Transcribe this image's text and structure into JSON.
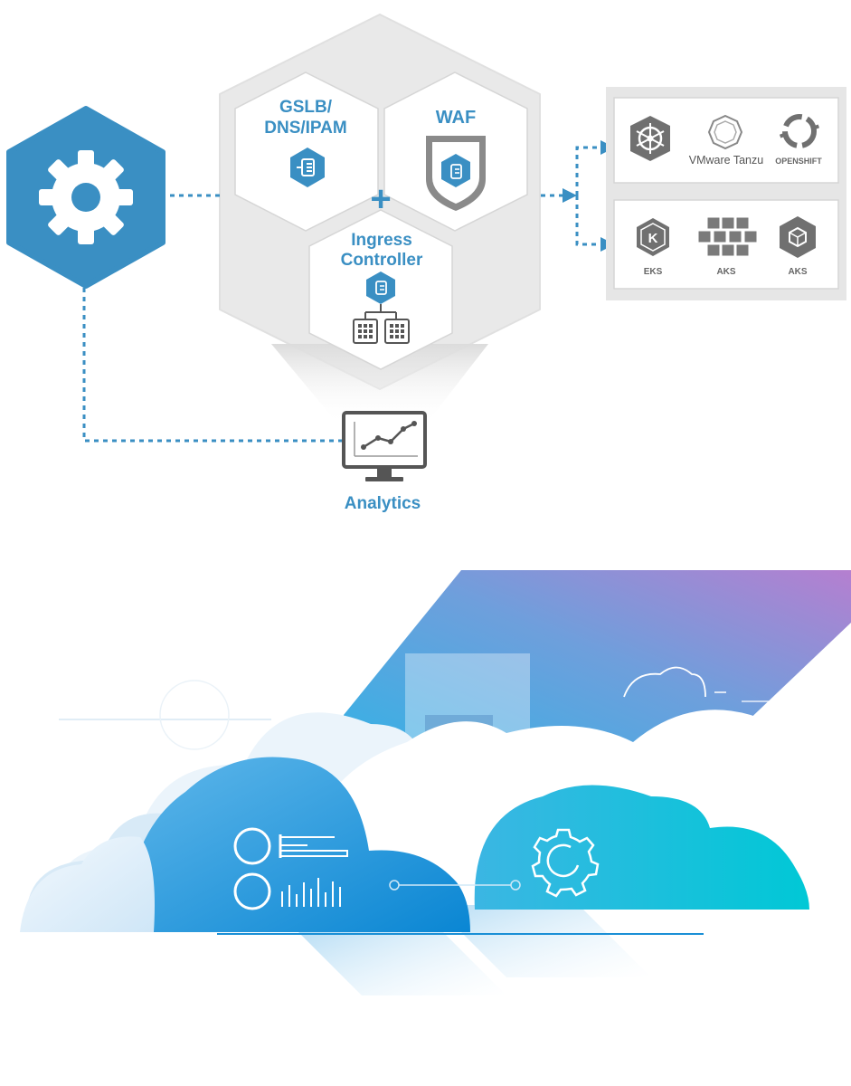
{
  "diagram": {
    "modules": {
      "gslb": {
        "line1": "GSLB/",
        "line2": "DNS/IPAM"
      },
      "waf": {
        "label": "WAF"
      },
      "ingress": {
        "line1": "Ingress",
        "line2": "Controller"
      },
      "plus": "+"
    },
    "analytics": {
      "label": "Analytics"
    },
    "platforms_top": {
      "tanzu": "VMware Tanzu",
      "openshift": "OPENSHIFT"
    },
    "platforms_bottom": {
      "eks_letter": "K",
      "eks": "EKS",
      "aks1": "AKS",
      "aks2": "AKS"
    },
    "colors": {
      "accent_blue": "#3a8fc3",
      "hex_gray": "#ebebeb",
      "icon_gray": "#707070"
    },
    "icons": [
      "gear-icon",
      "load-balancer-icon",
      "shield-icon",
      "grid-icon",
      "monitor-chart-icon",
      "kubernetes-icon",
      "tanzu-icon",
      "openshift-icon",
      "eks-icon",
      "aks-icon",
      "cloud-gear-icon"
    ]
  }
}
